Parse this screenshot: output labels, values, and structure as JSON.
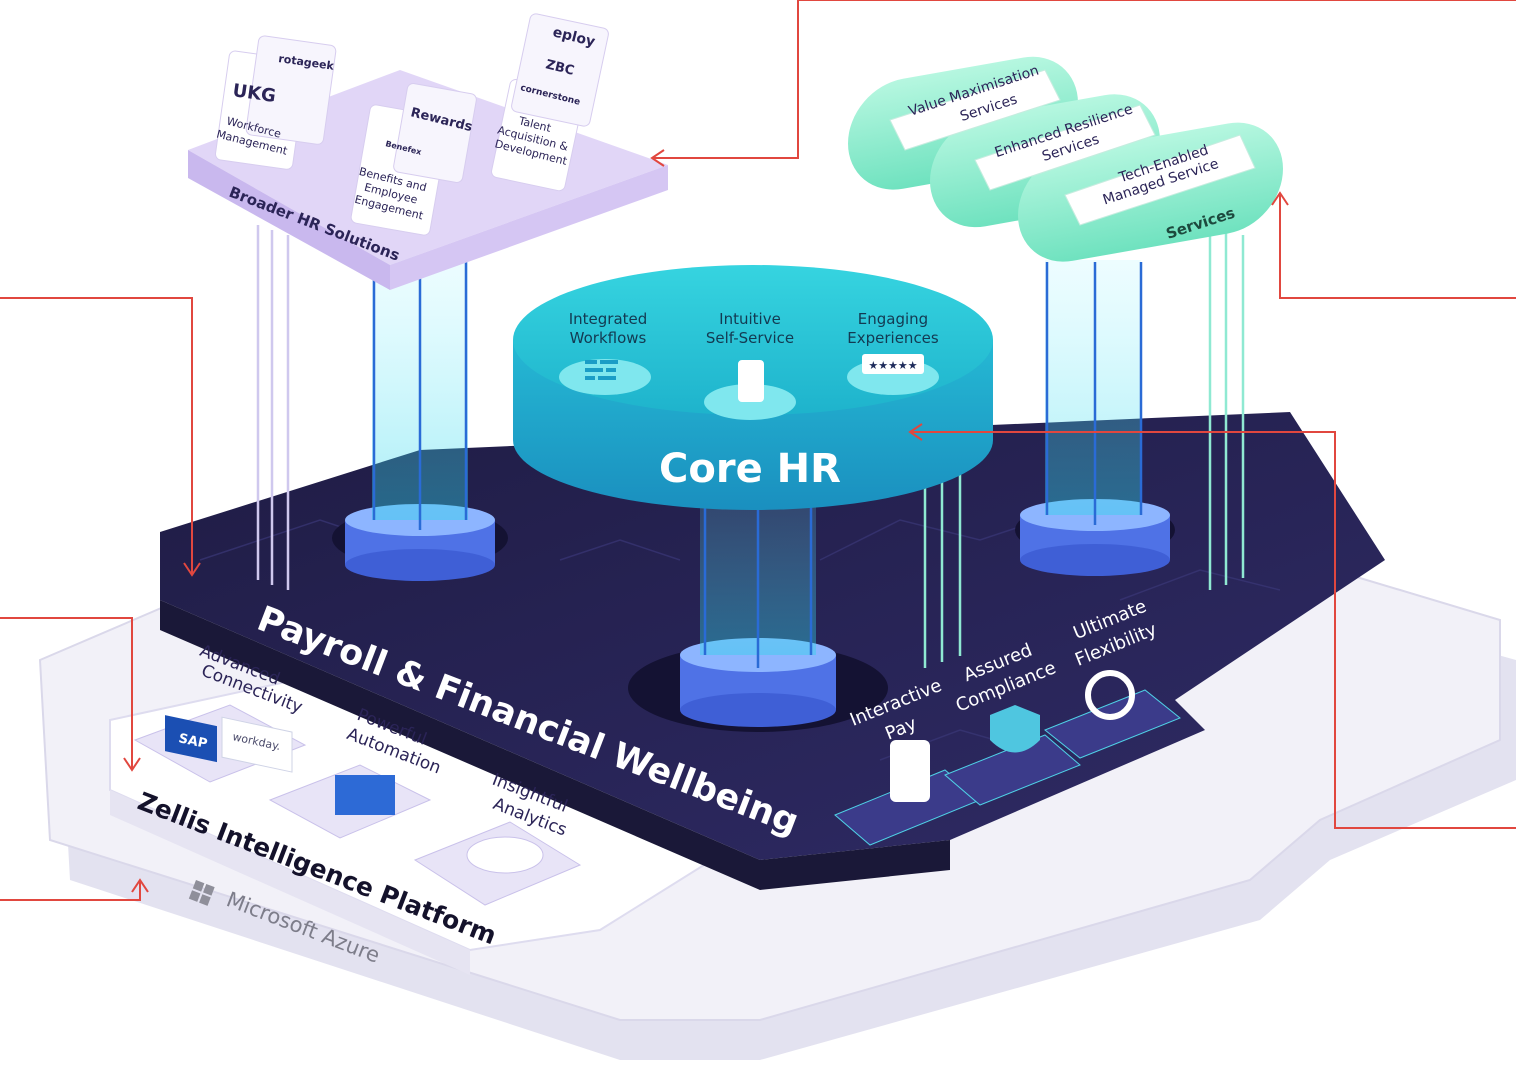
{
  "broader_hr": {
    "title": "Broader HR Solutions",
    "groups": [
      {
        "label_lines": [
          "Workforce",
          "Management"
        ],
        "logos": [
          "UKG",
          "rotageek"
        ]
      },
      {
        "label_lines": [
          "Benefits and",
          "Employee",
          "Engagement"
        ],
        "logos": [
          "Rewards",
          "Benefex"
        ]
      },
      {
        "label_lines": [
          "Talent",
          "Acquisition &",
          "Development"
        ],
        "logos": [
          "cornerstone",
          "ZBC",
          "eploy"
        ]
      }
    ]
  },
  "services": {
    "title": "Services",
    "items": [
      {
        "lines": [
          "Value Maximisation",
          "Services"
        ]
      },
      {
        "lines": [
          "Enhanced Resilience",
          "Services"
        ]
      },
      {
        "lines": [
          "Tech-Enabled",
          "Managed Service"
        ]
      }
    ]
  },
  "core_hr": {
    "title": "Core HR",
    "features": [
      {
        "lines": [
          "Integrated",
          "Workflows"
        ]
      },
      {
        "lines": [
          "Intuitive",
          "Self-Service"
        ]
      },
      {
        "lines": [
          "Engaging",
          "Experiences"
        ]
      }
    ],
    "rating_stars": "★★★★★"
  },
  "payroll": {
    "title": "Payroll & Financial Wellbeing",
    "features": [
      {
        "lines": [
          "Interactive",
          "Pay"
        ]
      },
      {
        "lines": [
          "Assured",
          "Compliance"
        ]
      },
      {
        "lines": [
          "Ultimate",
          "Flexibility"
        ]
      }
    ]
  },
  "platform": {
    "title": "Zellis Intelligence Platform",
    "features": [
      {
        "lines": [
          "Advanced",
          "Connectivity"
        ]
      },
      {
        "lines": [
          "Powerful",
          "Automation"
        ]
      },
      {
        "lines": [
          "Insightful",
          "Analytics"
        ]
      }
    ],
    "partner_logos": [
      "SAP",
      "workday."
    ]
  },
  "cloud": {
    "label": "Microsoft Azure"
  },
  "colors": {
    "accent_red": "#e1473f",
    "lavender": "#d9ccf3",
    "mint": "#8ff0cf",
    "teal": "#2cc6d6",
    "navy": "#26234f",
    "pale_platform": "#eceaf6"
  }
}
